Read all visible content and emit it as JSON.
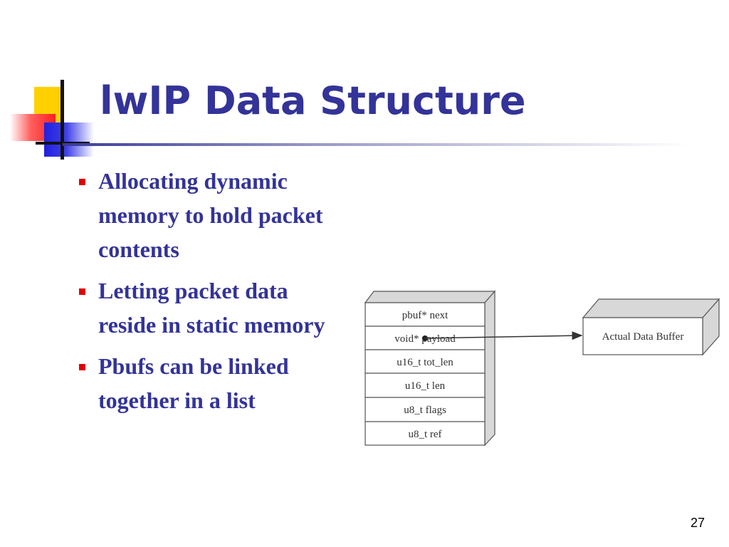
{
  "slide": {
    "title": "lwIP Data Structure",
    "page_number": "27",
    "bullets": [
      "Allocating dynamic memory to hold packet contents",
      "Letting packet data reside in static memory",
      "Pbufs can be linked together in a list"
    ]
  },
  "diagram": {
    "pbuf_fields": [
      "pbuf* next",
      "void* payload",
      "u16_t  tot_len",
      "u16_t  len",
      "u8_t  flags",
      "u8_t  ref"
    ],
    "buffer_label": "Actual Data Buffer"
  },
  "colors": {
    "title": "#333399",
    "bullet_marker": "#e00000",
    "box_face": "#ffffff",
    "box_side": "#d8d8d8",
    "box_edge": "#555555"
  }
}
